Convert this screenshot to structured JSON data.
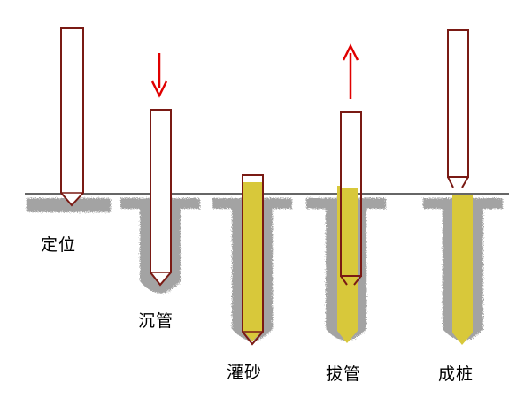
{
  "steps": [
    {
      "label": "定位"
    },
    {
      "label": "沉管"
    },
    {
      "label": "灌砂"
    },
    {
      "label": "拔管"
    },
    {
      "label": "成桩"
    }
  ],
  "colors": {
    "pipe_outline": "#7a1a14",
    "arrow": "#e00000",
    "sand": "#d8c83a",
    "soil": "#9a9a9a",
    "ground_line": "#555555"
  }
}
